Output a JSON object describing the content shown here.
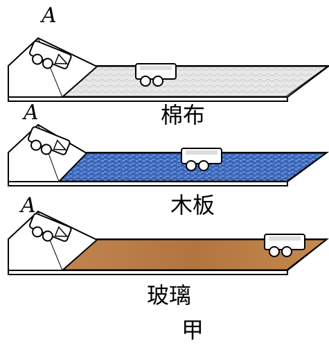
{
  "labels": {
    "ramp_point": "A",
    "surface_1": "棉布",
    "surface_2": "木板",
    "surface_3": "玻璃",
    "figure_caption": "甲"
  },
  "colors": {
    "cotton": "#e6e6e6",
    "glass": "#3a66b8",
    "wood": "#b77a45",
    "line": "#000000"
  }
}
